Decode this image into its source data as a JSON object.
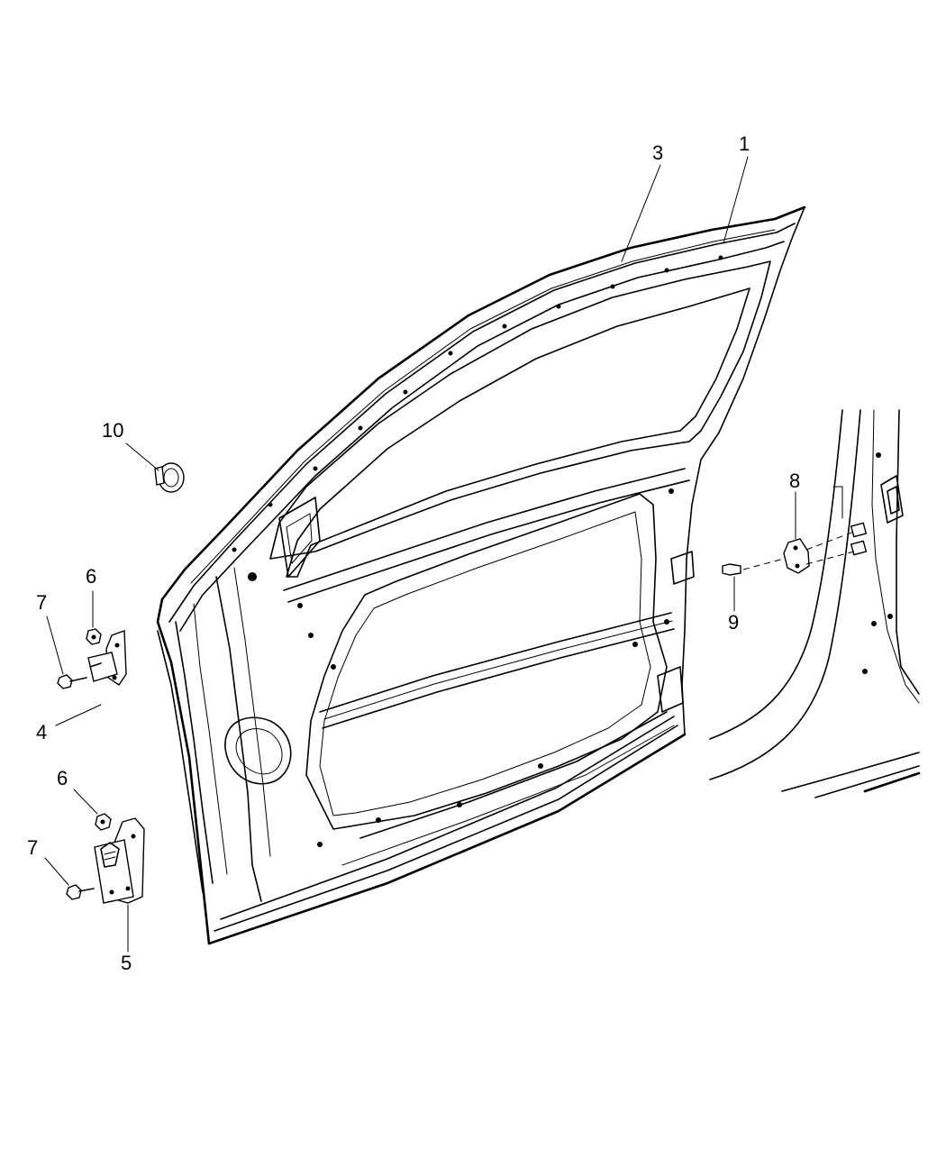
{
  "callouts": {
    "c1": "1",
    "c3": "3",
    "c10": "10",
    "c6a": "6",
    "c7a": "7",
    "c4": "4",
    "c6b": "6",
    "c7b": "7",
    "c5": "5",
    "c8": "8",
    "c9": "9"
  },
  "icons": [
    "door-shell",
    "weatherstrip",
    "hinge-upper",
    "hinge-lower",
    "nut",
    "bolt",
    "striker",
    "screw",
    "plug",
    "body-pillar"
  ]
}
